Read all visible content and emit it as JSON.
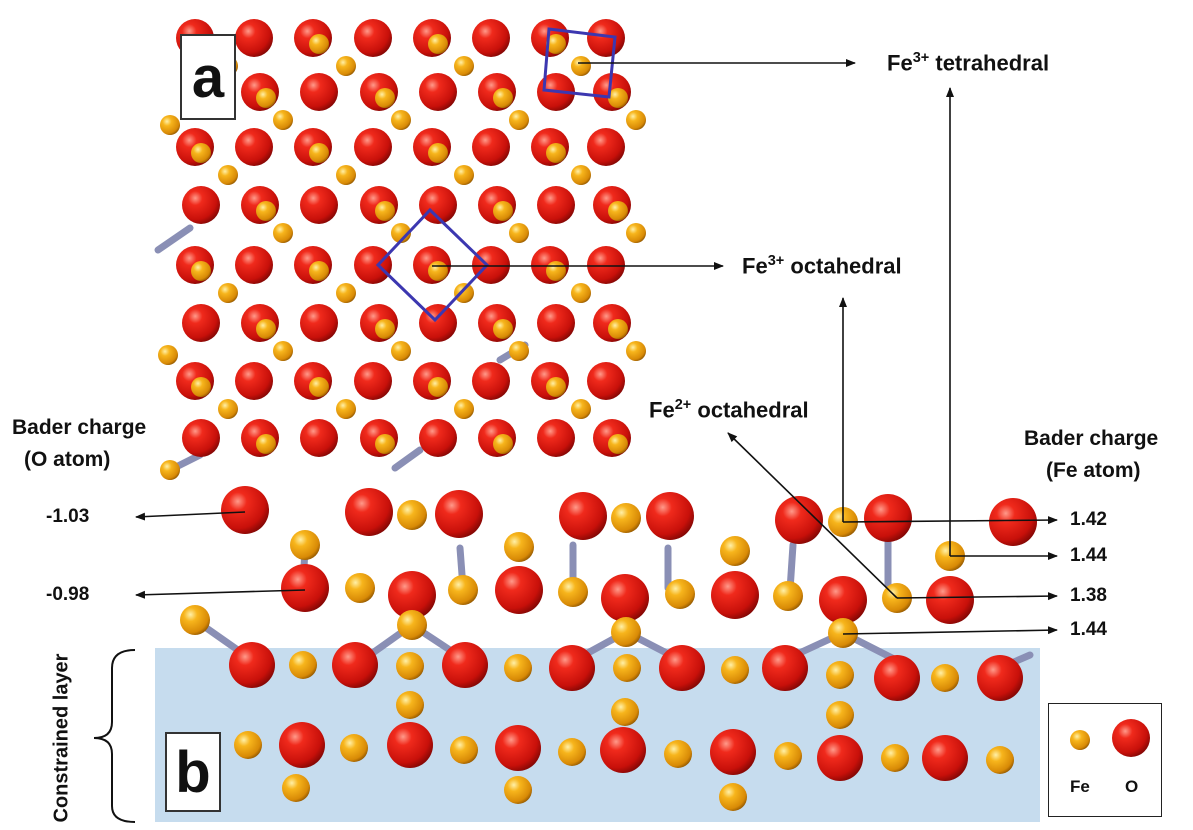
{
  "panels": {
    "a": "a",
    "b": "b"
  },
  "labels": {
    "fe3_tet": {
      "ion": "Fe",
      "charge": "3+",
      "site": "tetrahedral"
    },
    "fe3_oct": {
      "ion": "Fe",
      "charge": "3+",
      "site": "octahedral"
    },
    "fe2_oct": {
      "ion": "Fe",
      "charge": "2+",
      "site": "octahedral"
    },
    "bader_o": {
      "line1": "Bader charge",
      "line2": "(O atom)"
    },
    "bader_fe": {
      "line1": "Bader charge",
      "line2": "(Fe atom)"
    },
    "constrained": "Constrained layer"
  },
  "bader_values": {
    "o": [
      "-1.03",
      "-0.98"
    ],
    "fe": [
      "1.42",
      "1.44",
      "1.38",
      "1.44"
    ]
  },
  "legend": {
    "fe": "Fe",
    "o": "O"
  },
  "colors": {
    "oxygen": "#e0140f",
    "iron": "#f2a20c",
    "bond": "#8a8fb5",
    "site_outline": "#3c37b0",
    "constrained_region": "#c6dcee"
  }
}
